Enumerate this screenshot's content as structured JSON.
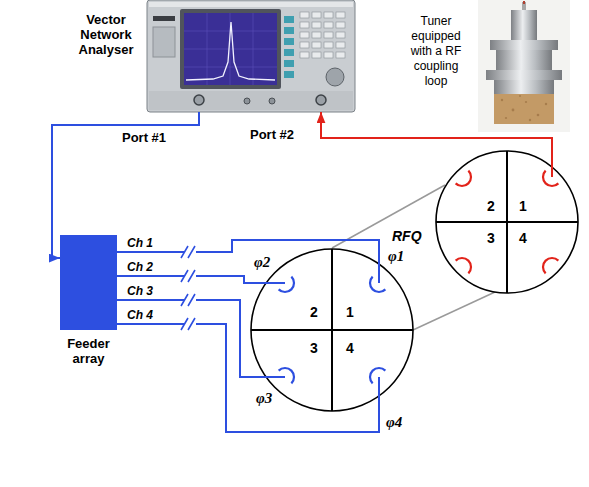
{
  "diagram": {
    "nodes": [
      {
        "text": [
          "Vector Network Analyser"
        ]
      },
      {
        "text": [
          "Tuner equipped with a RF coupling loop"
        ]
      },
      {
        "text": [
          "Feeder array"
        ]
      },
      {
        "text": [
          "2",
          "1",
          "3",
          "4"
        ]
      },
      {
        "text": [
          "2",
          "1",
          "3",
          "4"
        ]
      }
    ],
    "edges": [
      {
        "from": 0,
        "to": 2,
        "label": "Port #1",
        "arrow": "to"
      },
      {
        "from": 4,
        "to": 0,
        "label": "Port #2",
        "arrow": "to"
      },
      {
        "from": 2,
        "to": 3,
        "label": "Ch 1",
        "arrow": "none"
      },
      {
        "from": 2,
        "to": 3,
        "label": "Ch 2",
        "arrow": "none"
      },
      {
        "from": 2,
        "to": 3,
        "label": "Ch 3",
        "arrow": "none"
      },
      {
        "from": 2,
        "to": 3,
        "label": "Ch 4",
        "arrow": "none"
      }
    ],
    "labels": [
      "RFQ",
      "φ2",
      "φ1",
      "φ3",
      "φ4"
    ]
  }
}
